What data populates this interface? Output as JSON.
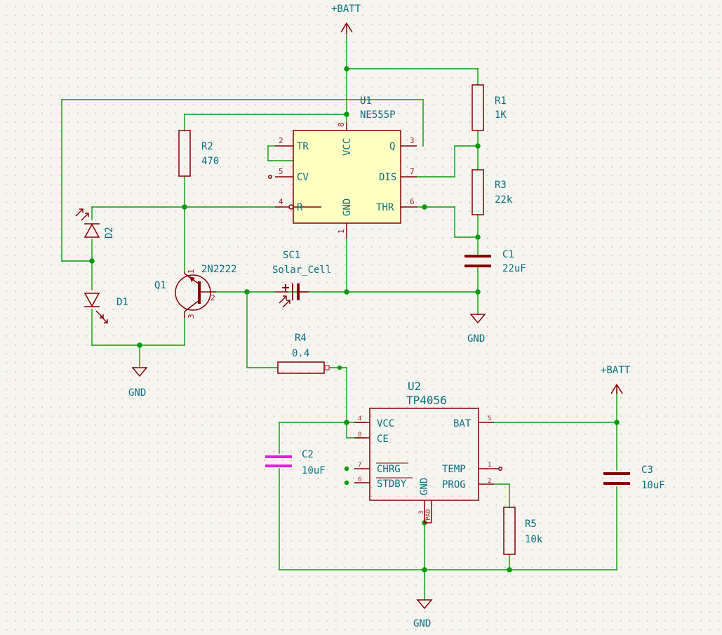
{
  "power": {
    "batt_top": "+BATT",
    "batt_right": "+BATT",
    "gnd_left": "GND",
    "gnd_mid": "GND",
    "gnd_bottom": "GND"
  },
  "u1": {
    "ref": "U1",
    "value": "NE555P",
    "pins": {
      "tr": "TR",
      "cv": "CV",
      "r": "R",
      "vcc": "VCC",
      "gnd": "GND",
      "q": "Q",
      "dis": "DIS",
      "thr": "THR"
    },
    "pin_numbers": {
      "tr": "2",
      "cv": "5",
      "r": "4",
      "vcc": "8",
      "gnd": "1",
      "q": "3",
      "dis": "7",
      "thr": "6"
    }
  },
  "u2": {
    "ref": "U2",
    "value": "TP4056",
    "pins": {
      "vcc": "VCC",
      "ce": "CE",
      "chrg": "CHRG",
      "stdby": "STDBY",
      "gnd": "GND",
      "bat": "BAT",
      "temp": "TEMP",
      "prog": "PROG"
    },
    "pin_numbers": {
      "vcc": "4",
      "ce": "8",
      "chrg": "7",
      "stdby": "6",
      "gnd": "3",
      "pad": "PAD",
      "bat": "5",
      "temp": "1",
      "prog": "2"
    }
  },
  "r1": {
    "ref": "R1",
    "value": "1K"
  },
  "r2": {
    "ref": "R2",
    "value": "470"
  },
  "r3": {
    "ref": "R3",
    "value": "22k"
  },
  "r4": {
    "ref": "R4",
    "value": "0.4"
  },
  "r5": {
    "ref": "R5",
    "value": "10k"
  },
  "c1": {
    "ref": "C1",
    "value": "22uF"
  },
  "c2": {
    "ref": "C2",
    "value": "10uF"
  },
  "c3": {
    "ref": "C3",
    "value": "10uF"
  },
  "d1": {
    "ref": "D1"
  },
  "d2": {
    "ref": "D2"
  },
  "q1": {
    "ref": "Q1",
    "value": "2N2222",
    "pin1": "1",
    "pin2": "2",
    "pin3": "3"
  },
  "sc1": {
    "ref": "SC1",
    "value": "Solar_Cell"
  },
  "colors": {
    "wire": "#0a9a0a",
    "component": "#840000",
    "body_fill": "#ffffc2",
    "label": "#0a6d80",
    "highlight": "#e020e0"
  }
}
